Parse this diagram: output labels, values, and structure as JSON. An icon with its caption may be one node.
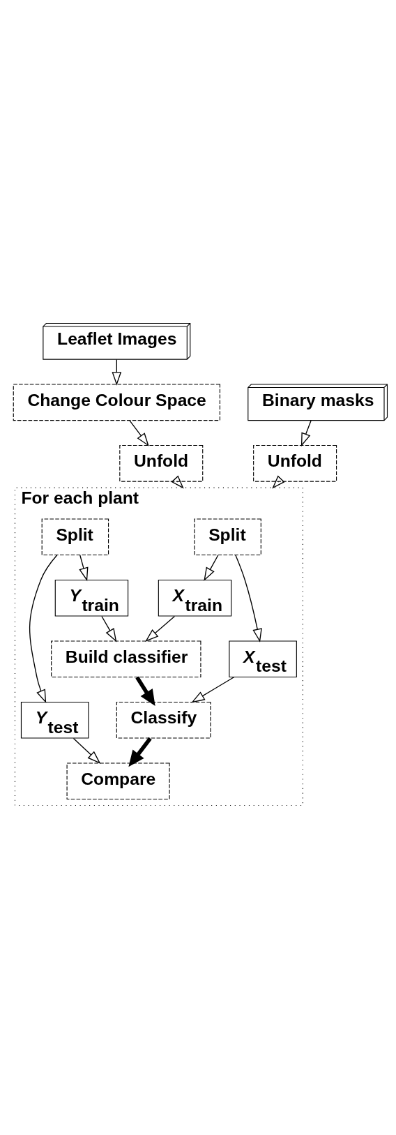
{
  "diagram": {
    "nodes": [
      {
        "text": [
          "Leaflet Images"
        ]
      },
      {
        "text": [
          "Binary masks"
        ]
      },
      {
        "text": [
          "Change Colour Space"
        ]
      },
      {
        "text": [
          "Unfold"
        ]
      },
      {
        "text": [
          "Unfold"
        ]
      },
      {
        "text": [
          "For each plant"
        ]
      },
      {
        "text": [
          "Split"
        ],
        "in": 5
      },
      {
        "text": [
          "Split"
        ],
        "in": 5
      },
      {
        "text": [
          "*X*$_{test}$"
        ],
        "in": 5
      },
      {
        "text": [
          "*X*$_{train}$"
        ],
        "in": 5
      },
      {
        "text": [
          "*Y*$_{train}$"
        ],
        "in": 5
      },
      {
        "text": [
          "*Y*$_{test}$"
        ],
        "in": 5
      },
      {
        "text": [
          "Build classifier"
        ],
        "in": 5
      },
      {
        "text": [
          "Classify"
        ],
        "in": 5
      },
      {
        "text": [
          "Compare"
        ],
        "in": 5
      }
    ],
    "edges": [
      {
        "from": 0,
        "to": 2,
        "arrow": "to"
      },
      {
        "from": 2,
        "to": 3,
        "arrow": "to"
      },
      {
        "from": 1,
        "to": 4,
        "arrow": "to"
      },
      {
        "from": 3,
        "to": 5,
        "arrow": "to"
      },
      {
        "from": 4,
        "to": 5,
        "arrow": "to"
      },
      {
        "from": 6,
        "to": 8,
        "arrow": "to"
      },
      {
        "from": 6,
        "to": 9,
        "arrow": "to"
      },
      {
        "from": 7,
        "to": 10,
        "arrow": "to"
      },
      {
        "from": 7,
        "to": 11,
        "arrow": "to"
      },
      {
        "from": 9,
        "to": 12,
        "arrow": "to"
      },
      {
        "from": 10,
        "to": 12,
        "arrow": "to"
      },
      {
        "from": 12,
        "to": 13,
        "arrow": "to",
        "style": "thick"
      },
      {
        "from": 8,
        "to": 13,
        "arrow": "to"
      },
      {
        "from": 13,
        "to": 14,
        "arrow": "to",
        "style": "thick"
      },
      {
        "from": 11,
        "to": 14,
        "arrow": "to"
      }
    ]
  }
}
